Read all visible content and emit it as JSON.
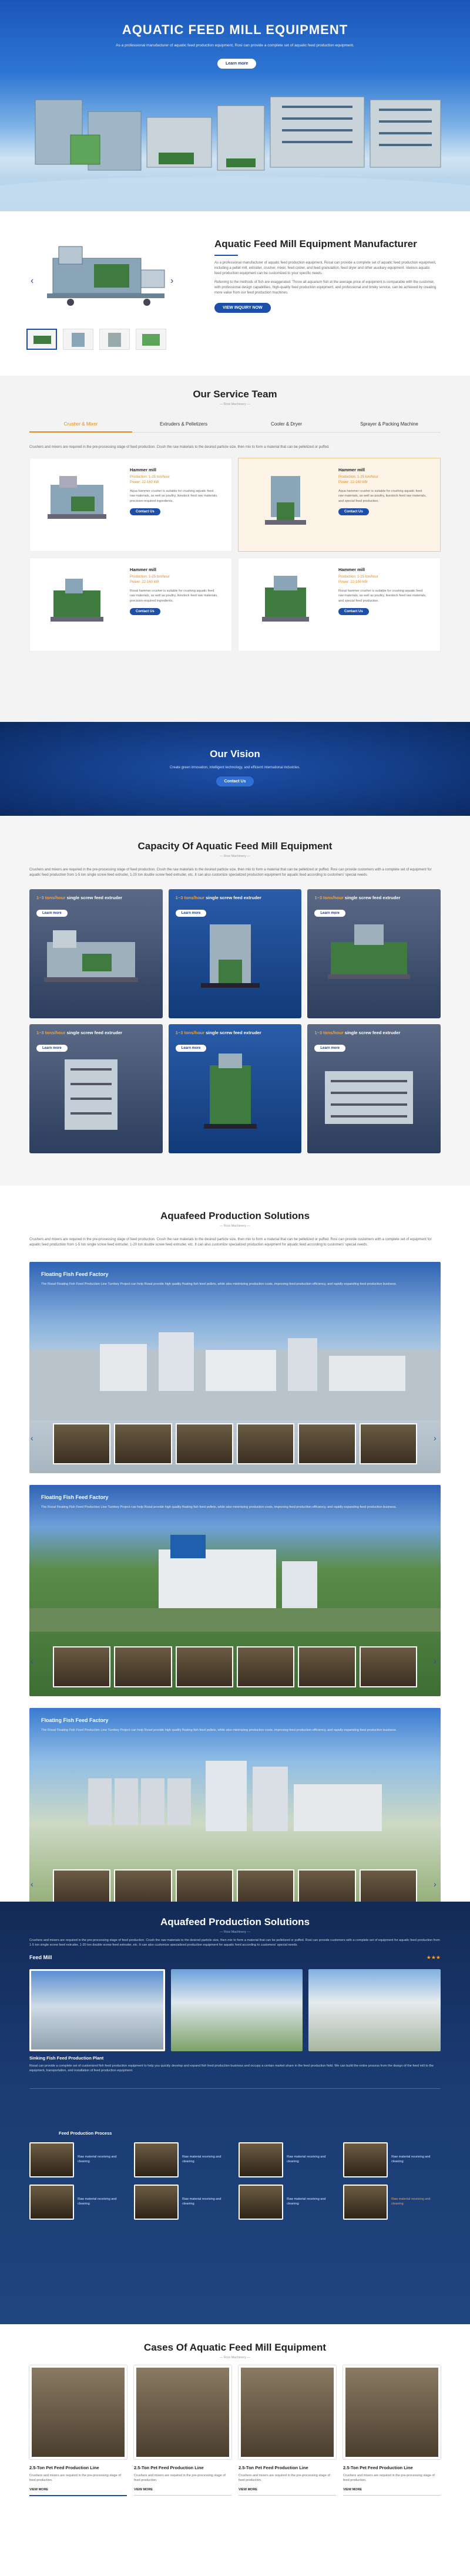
{
  "hero": {
    "title": "AQUATIC FEED MILL EQUIPMENT",
    "subtitle": "As a professional manufacturer of aquatic feed production equipment, Rosi can provide a complete set of aquatic feed production equipment.",
    "button": "Learn more"
  },
  "product": {
    "title": "Aquatic Feed Mill Equipment Manufacturer",
    "desc1": "As a professional manufacturer of aquatic feed production equipment, Rosal can provide a complete set of aquatic feed production equipment, including a pellet mill, extruder, crusher, mixer, feed cooler, and feed granulation, feed dryer and other auxiliary equipment. Various aquatic feed production equipment can be customized to your specific needs.",
    "desc2": "Referring to the methods of fish are exaggerated. Throw all aquarium fish at the average price of equipment is comparable with the customer, with professional design capabilities, high-quality feed production equipment, and professional and timely service, can be achieved by creating more value from our feed production machines.",
    "button": "VIEW INQUIRY NOW",
    "prev": "‹",
    "next": "›"
  },
  "service": {
    "title": "Our Service Team",
    "subtitle": "— Rosi Machinery —",
    "tabs": [
      "Crusher & Mixer",
      "Extruders & Pelletizers",
      "Cooler & Dryer",
      "Sprayer & Packing Machine"
    ],
    "intro": "Crushers and mixers are required in the pre-processing stage of feed production. Crush the raw materials to the desired particle size, then mix to form a material that can be pelletized or puffed.",
    "cards": [
      {
        "name": "Hammer mill",
        "output": "Production: 1-25 ton/hour",
        "power": "Power: 22-160 kW",
        "desc": "Aqua hammer crusher is suitable for crushing aquatic feed raw materials, as well as poultry, livestock feed raw materials, precision-required ingredients.",
        "button": "Contact Us"
      },
      {
        "name": "Hammer mill",
        "output": "Production: 1-25 ton/hour",
        "power": "Power: 22-160 kW",
        "desc": "Aqua hammer crusher is suitable for crushing aquatic feed raw materials, as well as poultry, livestock feed raw materials, and special feed production.",
        "button": "Contact Us"
      },
      {
        "name": "Hammer mill",
        "output": "Production: 1-25 ton/hour",
        "power": "Power: 22-160 kW",
        "desc": "Rosal hammer crusher is suitable for crushing aquatic feed raw materials, as well as poultry, livestock feed raw materials, precision-required ingredients.",
        "button": "Contact Us"
      },
      {
        "name": "Hammer mill",
        "output": "Production: 1-25 ton/hour",
        "power": "Power: 22-160 kW",
        "desc": "Rosal hammer crusher is suitable for crushing aquatic feed raw materials, as well as poultry, livestock feed raw materials, and special feed production.",
        "button": "Contact Us"
      }
    ]
  },
  "vision": {
    "title": "Our Vision",
    "subtitle": "Create green innovation, intelligent technology, and efficient international industries.",
    "button": "Contact Us"
  },
  "capacity": {
    "title": "Capacity Of Aquatic Feed Mill Equipment",
    "subtitle": "— Rosi Machinery —",
    "intro": "Crushers and mixers are required in the pre-processing stage of feed production. Crush the raw materials to the desired particle size, then mix to form a material that can be pelletized or puffed. Rosi can provide customers with a complete set of equipment for aquatic feed production from 1-5 ton single screw feed extruder, 1-20 ton double screw feed extruder, etc. It can also customize specialized production equipment for aquatic feed according to customers' special needs.",
    "items": [
      {
        "cap": "1~3 tons/hour",
        "name": " single screw feed extruder",
        "button": "Learn more"
      },
      {
        "cap": "1~3 tons/hour",
        "name": " single screw feed extruder",
        "button": "Learn more"
      },
      {
        "cap": "1~3 tons/hour",
        "name": " single screw feed extruder",
        "button": "Learn more"
      },
      {
        "cap": "1~3 tons/hour",
        "name": " single screw feed extruder",
        "button": "Learn more"
      },
      {
        "cap": "1~3 tons/hour",
        "name": " single screw feed extruder",
        "button": "Learn more"
      },
      {
        "cap": "1~3 tons/hour",
        "name": " single screw feed extruder",
        "button": "Learn more"
      }
    ]
  },
  "solutions": {
    "title": "Aquafeed Production Solutions",
    "subtitle": "— Rosi Machinery —",
    "intro": "Crushers and mixers are required in the pre-processing stage of feed production. Crush the raw materials to the desired particle size, then mix to form a material that can be pelletized or puffed. Rosi can provide customers with a complete set of equipment for aquatic feed production from 1-5 ton single screw feed extruder, 1-20 ton double screw feed extruder, etc. It can also customize specialized production equipment for aquatic feed according to customers' special needs.",
    "factories": [
      {
        "title": "Floating Fish Feed Factory",
        "desc": "The Rosal Floating Fish Feed Production Line Turnkey Project can help Rosal provide high quality floating fish feed pellets, while also minimizing production costs, improving feed production efficiency, and rapidly expanding feed production business."
      },
      {
        "title": "Floating Fish Feed Factory",
        "desc": "The Rosal Floating Fish Feed Production Line Turnkey Project can help Rosal provide high quality floating fish feed pellets, while also minimizing production costs, improving feed production efficiency, and rapidly expanding feed production business."
      },
      {
        "title": "Floating Fish Feed Factory",
        "desc": "The Rosal Floating Fish Feed Production Line Turnkey Project can help Rosal provide high quality floating fish feed pellets, while also minimizing production costs, improving feed production efficiency, and rapidly expanding feed production business."
      }
    ],
    "prev": "‹",
    "next": "›"
  },
  "solutions2": {
    "title": "Aquafeed Production Solutions",
    "subtitle": "— Rosi Machinery —",
    "intro": "Crushers and mixers are required in the pre-processing stage of feed production. Crush the raw materials to the desired particle size, then mix to form a material that can be pelletized or puffed. Rosi can provide customers with a complete set of equipment for aquatic feed production from 1-5 ton single screw feed extruder, 1-20 ton double screw feed extruder, etc. It can also customize specialized production equipment for aquatic feed according to customers' special needs.",
    "feed_mill": "Feed Mill",
    "stars": "★★★",
    "caption": "Sinking Fish Feed Production Plant",
    "caption_desc": "Rosal can provide a complete set of customized fish feed production equipment to help you quickly develop and expand fish feed production business and occupy a certain market share in the feed production field. We can build the entire process from the design of the feed mill to the equipment, transportation, and installation of feed production equipment.",
    "process_title": "Feed Production Process",
    "process": [
      {
        "text": "Raw material receiving and cleaning",
        "hl": false
      },
      {
        "text": "Raw material receiving and cleaning",
        "hl": false
      },
      {
        "text": "Raw material receiving and cleaning",
        "hl": false
      },
      {
        "text": "Raw material receiving and cleaning",
        "hl": false
      },
      {
        "text": "Raw material receiving and cleaning",
        "hl": false
      },
      {
        "text": "Raw material receiving and cleaning",
        "hl": false
      },
      {
        "text": "Raw material receiving and cleaning",
        "hl": false
      },
      {
        "text": "Raw material receiving and cleaning",
        "hl": true
      }
    ]
  },
  "cases": {
    "title": "Cases Of Aquatic Feed Mill Equipment",
    "subtitle": "— Rosi Machinery —",
    "items": [
      {
        "title": "2.5-Ton Pet Feed Production Line",
        "desc": "Crushers and mixers are required in the pre-processing stage of feed production.",
        "more": "VIEW MORE",
        "active": true
      },
      {
        "title": "2.5-Ton Pet Feed Production Line",
        "desc": "Crushers and mixers are required in the pre-processing stage of feed production.",
        "more": "VIEW MORE",
        "active": false
      },
      {
        "title": "2.5-Ton Pet Feed Production Line",
        "desc": "Crushers and mixers are required in the pre-processing stage of feed production.",
        "more": "VIEW MORE",
        "active": false
      },
      {
        "title": "2.5-Ton Pet Feed Production Line",
        "desc": "Crushers and mixers are required in the pre-processing stage of feed production.",
        "more": "VIEW MORE",
        "active": false
      }
    ]
  },
  "colors": {
    "primary": "#1e4fa8",
    "accent": "#e08a1e",
    "dark": "#132a56"
  }
}
